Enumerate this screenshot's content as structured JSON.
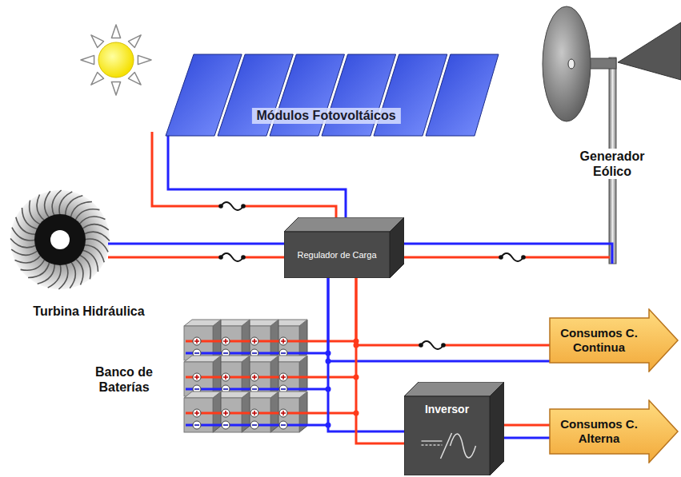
{
  "diagram": {
    "nodes": [
      {
        "text": [
          "Módulos Fotovoltáicos"
        ]
      },
      {
        "text": [
          "Regulador de Carga"
        ]
      },
      {
        "text": [
          "Inversor"
        ]
      },
      {
        "text": [
          "Consumos C. Continua"
        ]
      },
      {
        "text": [
          "Consumos C. Alterna"
        ]
      }
    ],
    "edges": [
      {
        "from": 0,
        "to": 1,
        "arrow": "none"
      },
      {
        "from": 1,
        "to": 3,
        "arrow": "none"
      },
      {
        "from": 1,
        "to": 2,
        "arrow": "none"
      },
      {
        "from": 2,
        "to": 4,
        "arrow": "none"
      }
    ],
    "labels": [
      "Generador Eólico",
      "Turbina Hidráulica",
      "Banco de Baterías"
    ]
  }
}
